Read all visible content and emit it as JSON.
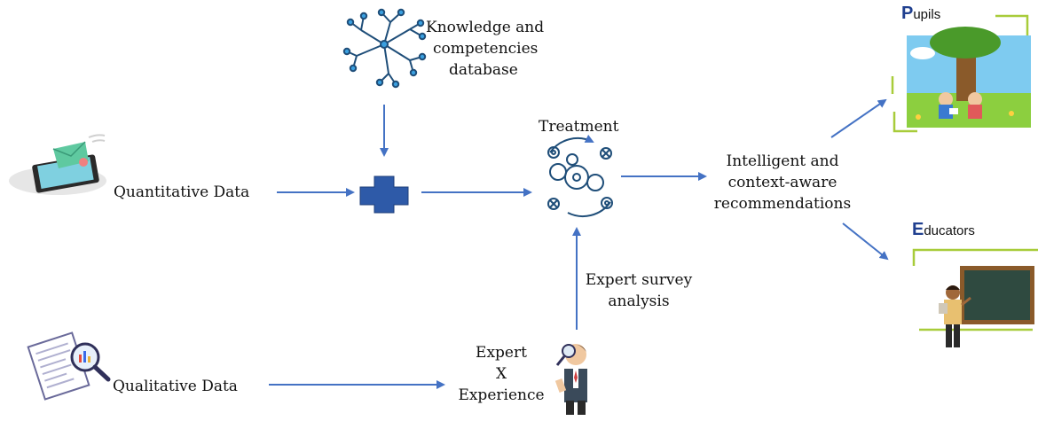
{
  "labels": {
    "knowledge": [
      "Knowledge and",
      "competencies",
      "database"
    ],
    "treatment": "Treatment",
    "quantitative": "Quantitative Data",
    "qualitative": "Qualitative Data",
    "intelligent": [
      "Intelligent and",
      "context-aware",
      "recommendations"
    ],
    "expert_survey": [
      "Expert survey",
      "analysis"
    ],
    "expert": [
      "Expert",
      "X",
      "Experience"
    ],
    "pupils": {
      "initial": "P",
      "rest": "upils"
    },
    "educators": {
      "initial": "E",
      "rest": "ducators"
    }
  },
  "colors": {
    "arrow": "#4472c4",
    "plus": "#2e5aa8",
    "tree": "#1f4e79",
    "node": "#3aa0e0",
    "frame": "#a8cc3a"
  },
  "icons": [
    "tree-network-icon",
    "plus-icon",
    "gears-cycle-icon",
    "phone-email-icon",
    "report-magnifier-icon",
    "expert-person-icon",
    "pupils-reading-image",
    "educator-blackboard-image"
  ]
}
